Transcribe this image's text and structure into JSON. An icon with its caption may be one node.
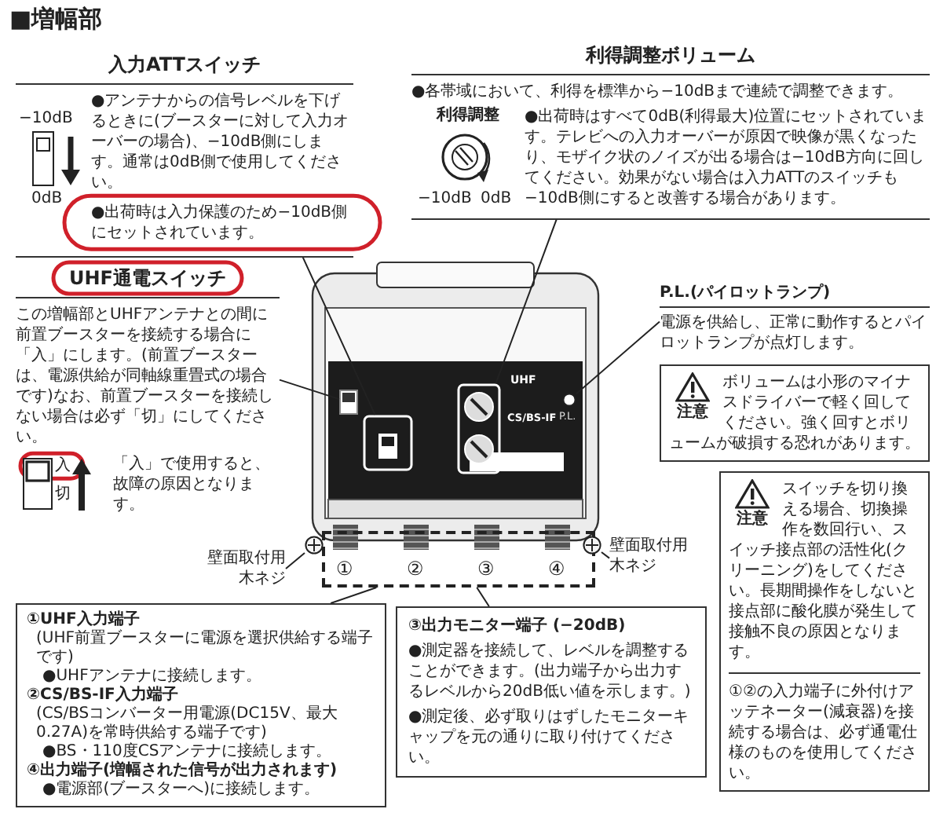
{
  "diagram": {
    "title": "■増幅部",
    "nodes": [
      {
        "text": [
          "入力ATTスイッチ",
          "●アンテナからの信号レベルを下げるときに(ブースターに対して入力オーバーの場合)、−10dB側にします。通常は0dB側で使用してください。",
          "●出荷時は入力保護のため−10dB側にセットされています。"
        ]
      },
      {
        "text": [
          "利得調整ボリューム",
          "●各帯域において、利得を標準から−10dBまで連続で調整できます。",
          "●出荷時はすべて0dB(利得最大)位置にセットされています。テレビへの入力オーバーが原因で映像が黒くなったり、モザイク状のノイズが出る場合は−10dB方向に回してください。効果がない場合は入力ATTのスイッチも−10dB側にすると改善する場合があります。"
        ]
      },
      {
        "text": [
          "UHF通電スイッチ",
          "この増幅部とUHFアンテナとの間に前置ブースターを接続する場合に「入」にします。(前置ブースターは、電源供給が同軸線重畳式の場合です)なお、前置ブースターを接続しない場合は必ず「切」にしてください。",
          "「入」で使用すると、故障の原因となります。"
        ]
      },
      {
        "text": [
          "P.L.(パイロットランプ)",
          "電源を供給し、正常に動作するとパイロットランプが点灯します。"
        ]
      },
      {
        "text": [
          "注意",
          "ボリュームは小形のマイナスドライバーで軽く回してください。強く回すとボリュームが破損する恐れがあります。"
        ]
      },
      {
        "text": [],
        "shape": "picture"
      },
      {
        "text": [],
        "shape": "box",
        "in": 5
      },
      {
        "text": [],
        "shape": "box",
        "in": 5
      },
      {
        "text": [],
        "shape": "box",
        "in": 5
      },
      {
        "text": [],
        "shape": "circle",
        "in": 5,
        "beside": [
          "P.L."
        ]
      },
      {
        "text": [],
        "shape": "circle"
      },
      {
        "text": [],
        "shape": "circle"
      },
      {
        "text": [],
        "shape": "box"
      },
      {
        "text": [
          "壁面取付用木ネジ"
        ]
      },
      {
        "text": [
          "壁面取付用木ネジ"
        ]
      },
      {
        "text": [
          "注意",
          "スイッチを切り換える場合、切換操作を数回行い、スイッチ接点部の活性化(クリーニング)をしてください。長期間操作をしないと接点部に酸化膜が発生して接触不良の原因となります。",
          "①②の入力端子に外付けアッテネーター(減衰器)を接続する場合は、必ず通電仕様のものを使用してください。"
        ]
      },
      {
        "text": [
          "①UHF入力端子",
          "(UHF前置ブースターに電源を選択供給する端子です)",
          "●UHFアンテナに接続します。",
          "②CS/BS-IF入力端子",
          "(CS/BSコンバーター用電源(DC15V、最大0.27A)を常時供給する端子です)",
          "●BS・110度CSアンテナに接続します。",
          "④出力端子(増幅された信号が出力されます)",
          "●電源部(ブースターへ)に接続します。"
        ]
      },
      {
        "text": [
          "③出力モニター端子 (−20dB)",
          "●測定器を接続して、レベルを調整することができます。(出力端子から出力するレベルから20dB低い値を示します。)",
          "●測定後、必ず取りはずしたモニターキャップを元の通りに取り付けてください。"
        ]
      }
    ],
    "edges": [
      {
        "from": 0,
        "to": 7,
        "arrow": "none"
      },
      {
        "from": 1,
        "to": 8,
        "arrow": "none"
      },
      {
        "from": 3,
        "to": 9,
        "arrow": "none"
      },
      {
        "from": 2,
        "to": 6,
        "arrow": "none"
      },
      {
        "from": 16,
        "to": 12,
        "arrow": "none"
      },
      {
        "from": 17,
        "to": 12,
        "arrow": "none"
      },
      {
        "from": 13,
        "to": 10,
        "arrow": "none"
      },
      {
        "from": 14,
        "to": 11,
        "arrow": "none"
      }
    ],
    "labels": [
      "−10dB",
      "0dB",
      "利得調整",
      "−10dB",
      "0dB",
      "入",
      "切",
      "UHF",
      "CS/BS-IF",
      "①",
      "②",
      "③",
      "④"
    ]
  }
}
